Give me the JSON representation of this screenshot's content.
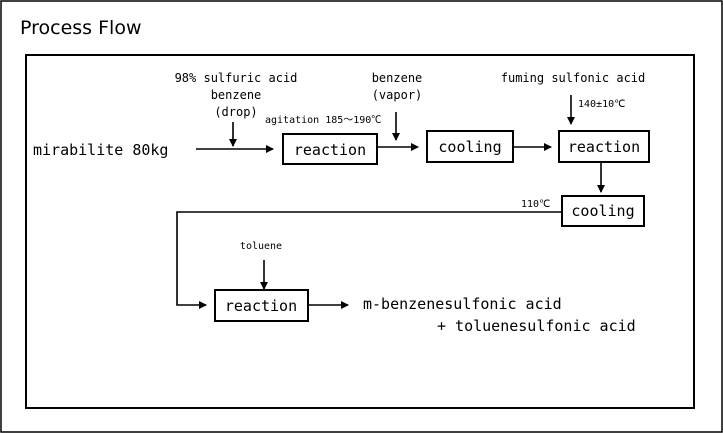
{
  "title": "Process Flow",
  "start_material": "mirabilite 80kg",
  "inputs": {
    "feed1_line1": "98% sulfuric acid",
    "feed1_line2": "benzene",
    "feed1_line3": "(drop)",
    "agitation": "agitation 185〜190℃",
    "benzene_vapor_line1": "benzene",
    "benzene_vapor_line2": "(vapor)",
    "fuming": "fuming sulfonic acid",
    "temp2": "140±10℃",
    "temp3": "110℃",
    "toluene": "toluene"
  },
  "steps": {
    "reaction1": "reaction",
    "cooling1": "cooling",
    "reaction2": "reaction",
    "cooling2": "cooling",
    "reaction3": "reaction"
  },
  "products": {
    "line1": "m-benzenesulfonic acid",
    "line2": "+ toluenesulfonic acid"
  }
}
